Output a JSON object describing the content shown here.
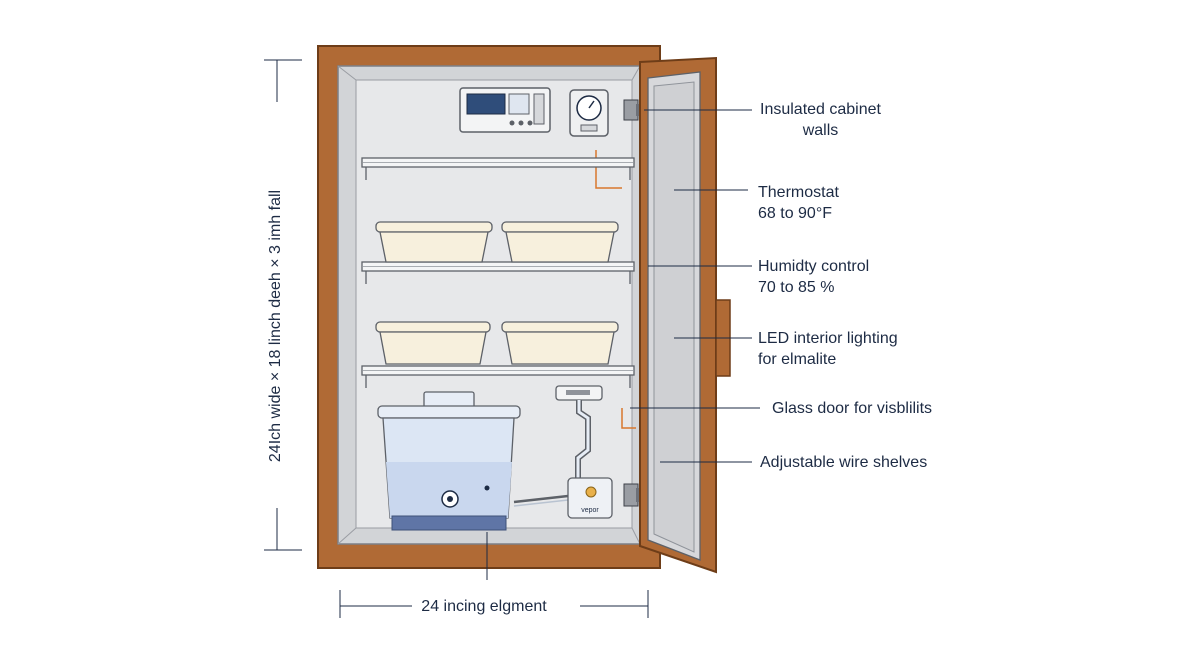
{
  "colors": {
    "wood": "#b06a35",
    "wood_dark": "#8a4f22",
    "interior": "#e3e4e6",
    "panel": "#d2d4d7",
    "glass": "#cfd0d3",
    "container": "#f7f0dd",
    "reservoir": "#d7e3f3",
    "reservoir_base": "#5f75a6",
    "line": "#1d2b44",
    "accent": "#d9772c"
  },
  "labels": {
    "insulated": [
      "Insulated cabinet",
      "walls"
    ],
    "thermostat": [
      "Thermostat",
      "68 to 90°F"
    ],
    "humidity": [
      "Humidty control",
      "70 to 85 %"
    ],
    "led": [
      "LED interior lighting",
      "for elmalite"
    ],
    "glass": "Glass door for visblilits",
    "shelves": "Adjustable wire shelves"
  },
  "dimensions": {
    "height_label": "24Ich wide  × 18   linch deeh  × 3 imh fall",
    "width_label": "24 incing elgment"
  },
  "device": {
    "thermometer_text": "—",
    "pipe_tag": "vepor"
  }
}
